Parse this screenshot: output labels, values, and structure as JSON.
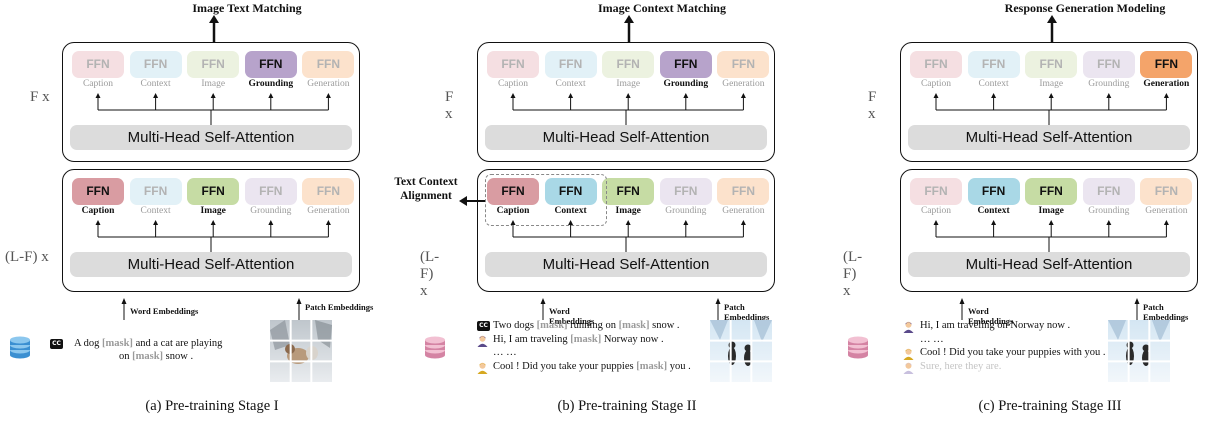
{
  "ffn_label": "FFN",
  "mhsa_label": "Multi-Head Self-Attention",
  "expert_names": [
    "Caption",
    "Context",
    "Image",
    "Grounding",
    "Generation"
  ],
  "expert_colors_active": [
    "#d99ca2",
    "#a9d8e6",
    "#c6dca4",
    "#b7a3cb",
    "#f4a46a"
  ],
  "expert_colors_faded": [
    "#f5dfe2",
    "#e2f1f7",
    "#ecf2e0",
    "#ebe5f0",
    "#fce2cc"
  ],
  "side_labels": {
    "top": "F x",
    "bottom": "(L-F) x"
  },
  "embeddings": {
    "word": "Word Embeddings",
    "patch": "Patch Embeddings"
  },
  "panels": [
    {
      "title": "Image Text Matching",
      "caption": "(a) Pre-training Stage I",
      "top_active": [
        "Grounding"
      ],
      "bottom_active": [
        "Caption",
        "Image"
      ],
      "text_lines": [
        [
          "A dog ",
          {
            "mask": "[mask]"
          },
          " and a cat are playing"
        ],
        [
          "on ",
          {
            "mask": "[mask]"
          },
          " snow ."
        ]
      ]
    },
    {
      "title": "Image Context Matching",
      "caption": "(b) Pre-training Stage II",
      "top_active": [
        "Grounding"
      ],
      "bottom_active": [
        "Caption",
        "Context",
        "Image"
      ],
      "side_title": "Text Context Alignment",
      "text_lines": [
        [
          "Two dogs ",
          {
            "mask": "[mask]"
          },
          " running on ",
          {
            "mask": "[mask]"
          },
          " snow ."
        ],
        [
          "Hi, I am traveling ",
          {
            "mask": "[mask]"
          },
          " Norway now ."
        ],
        [
          "…          …"
        ],
        [
          "Cool ! Did you take your puppies ",
          {
            "mask": "[mask]"
          },
          " you ."
        ]
      ]
    },
    {
      "title": "Response Generation Modeling",
      "caption": "(c) Pre-training Stage III",
      "top_active": [
        "Generation"
      ],
      "bottom_active": [
        "Context",
        "Image"
      ],
      "text_lines": [
        [
          "Hi, I am traveling on Norway now ."
        ],
        [
          "…          …"
        ],
        [
          "Cool ! Did you take your puppies with you ."
        ],
        [
          {
            "faded": "Sure, here they are."
          }
        ]
      ]
    }
  ]
}
